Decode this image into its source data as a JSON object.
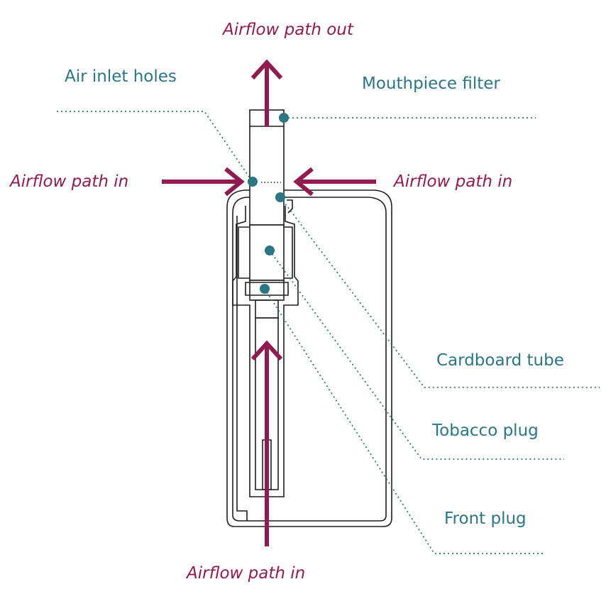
{
  "colors": {
    "teal": "#2e7583",
    "magenta": "#8e1c51",
    "outline": "#1e1e1e"
  },
  "arrows": {
    "out": "Airflow path out",
    "in_left": "Airflow path in",
    "in_right": "Airflow path in",
    "in_bottom": "Airflow path in"
  },
  "parts": {
    "air_inlet_holes": "Air inlet holes",
    "mouthpiece_filter": "Mouthpiece filter",
    "cardboard_tube": "Cardboard tube",
    "tobacco_plug": "Tobacco plug",
    "front_plug": "Front plug"
  }
}
